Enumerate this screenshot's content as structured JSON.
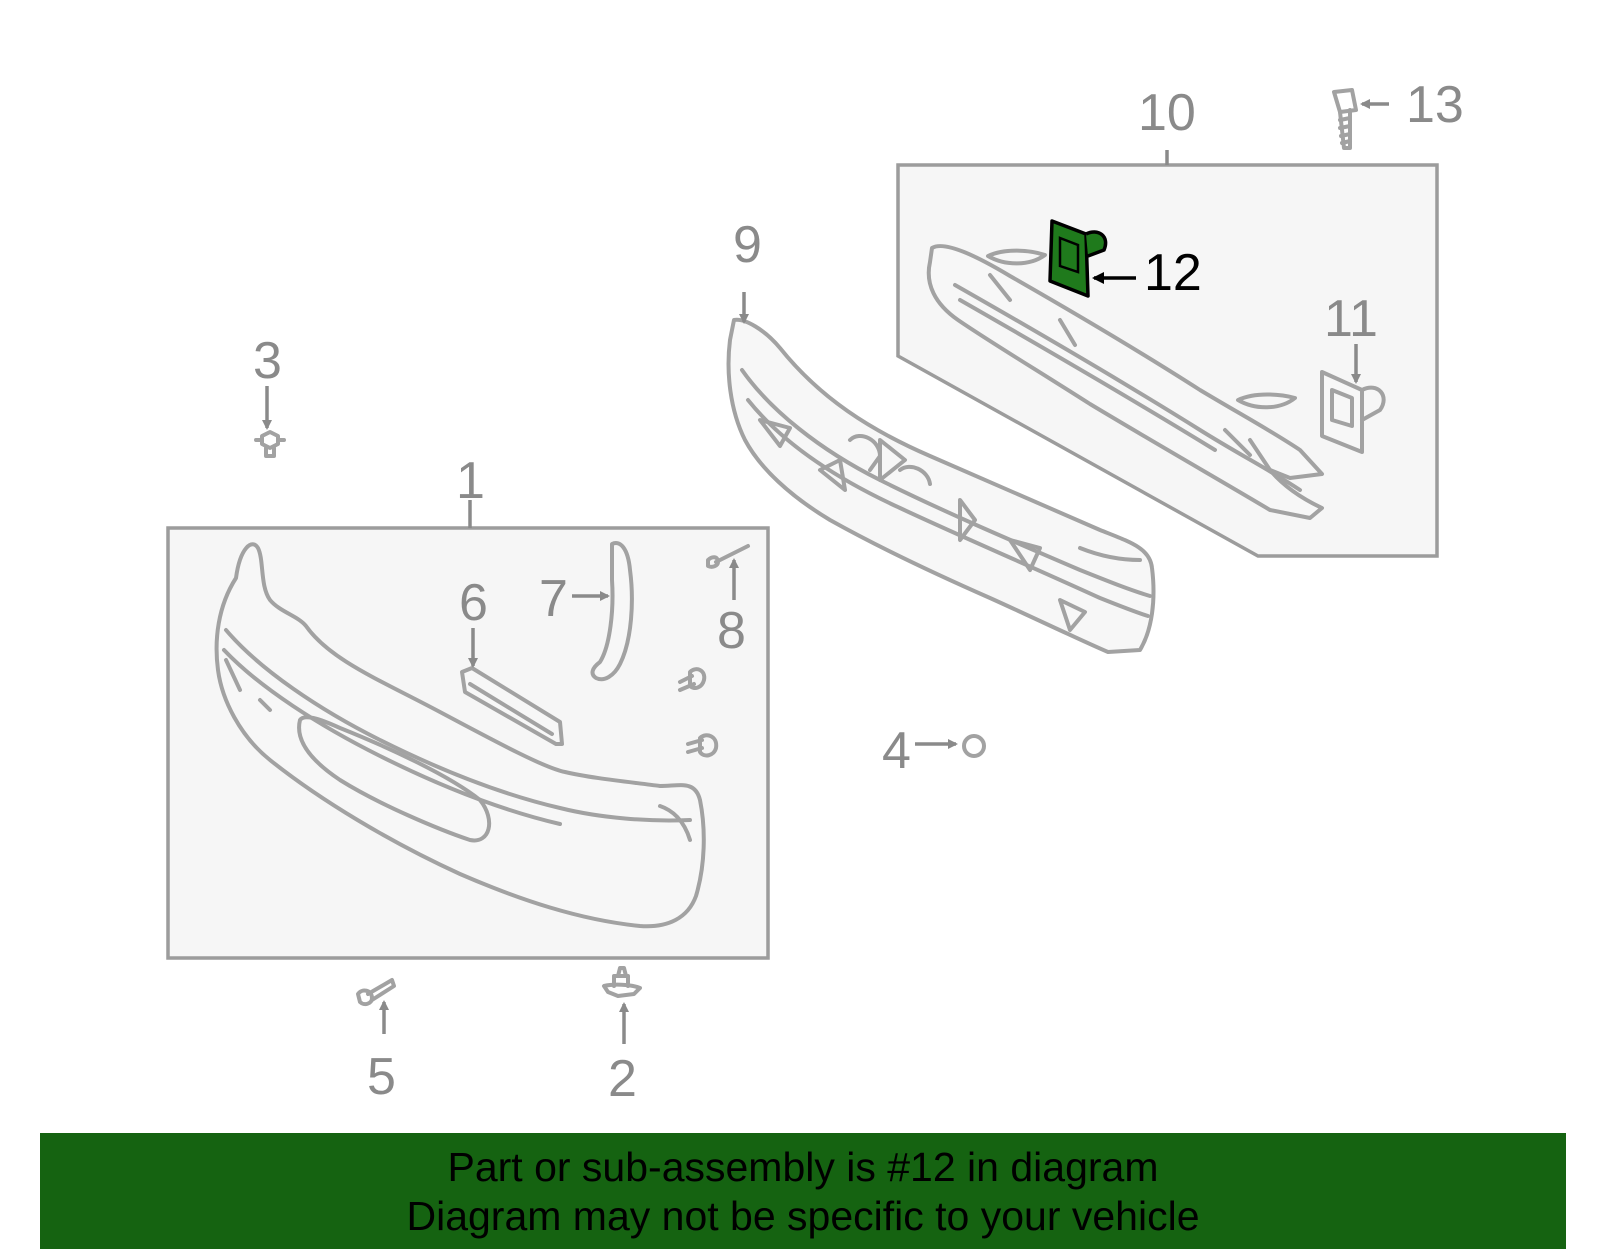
{
  "callouts": [
    "1",
    "2",
    "3",
    "4",
    "5",
    "6",
    "7",
    "8",
    "9",
    "10",
    "11",
    "12",
    "13"
  ],
  "highlighted_part": "12",
  "colors": {
    "highlight": "#1f7a1c",
    "banner": "#156311",
    "line_art": "#a2a2a2",
    "label": "#8a8a8a"
  },
  "banner": {
    "line1": "Part or sub-assembly is #12 in diagram",
    "line2": "Diagram may not be specific to your vehicle"
  }
}
